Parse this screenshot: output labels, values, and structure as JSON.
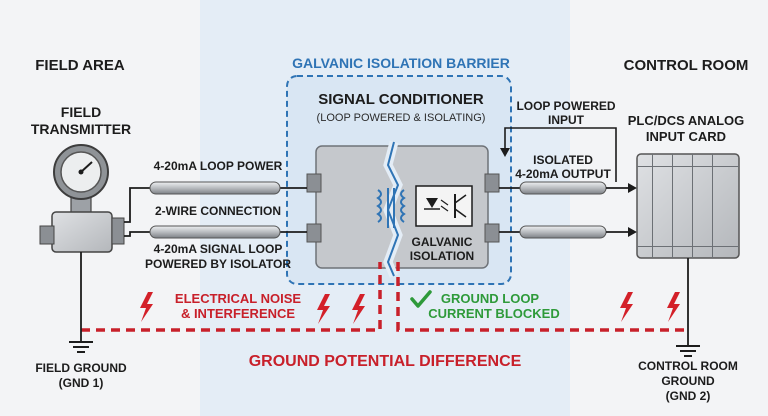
{
  "areas": {
    "field": "FIELD AREA",
    "control": "CONTROL ROOM"
  },
  "barrier": {
    "title": "GALVANIC ISOLATION BARRIER"
  },
  "conditioner": {
    "title": "SIGNAL CONDITIONER",
    "subtitle": "(LOOP POWERED & ISOLATING)",
    "isolation_line1": "GALVANIC",
    "isolation_line2": "ISOLATION"
  },
  "transmitter": {
    "line1": "FIELD",
    "line2": "TRANSMITTER"
  },
  "plc": {
    "line1": "PLC/DCS ANALOG",
    "line2": "INPUT CARD"
  },
  "wires": {
    "loop_power": "4-20mA LOOP POWER",
    "two_wire": "2-WIRE CONNECTION",
    "signal_loop_line1": "4-20mA SIGNAL LOOP",
    "signal_loop_line2": "POWERED BY ISOLATOR",
    "loop_powered_input_line1": "LOOP POWERED",
    "loop_powered_input_line2": "INPUT",
    "isolated_output_line1": "ISOLATED",
    "isolated_output_line2": "4-20mA OUTPUT"
  },
  "noise": {
    "line1": "ELECTRICAL NOISE",
    "line2": "& INTERFERENCE"
  },
  "blocked": {
    "line1": "GROUND LOOP",
    "line2": "CURRENT BLOCKED"
  },
  "ground": {
    "difference": "GROUND POTENTIAL DIFFERENCE",
    "field_line1": "FIELD GROUND",
    "field_line2": "(GND 1)",
    "control_line1": "CONTROL ROOM",
    "control_line2": "GROUND",
    "control_line3": "(GND 2)"
  },
  "colors": {
    "field_bg": "#f3f4f6",
    "center_bg": "#e4edf6",
    "barrier_blue": "#2f74b5",
    "danger_red": "#c8202a",
    "ok_green": "#2e9a3a",
    "device_gray": "#c9cbce"
  }
}
